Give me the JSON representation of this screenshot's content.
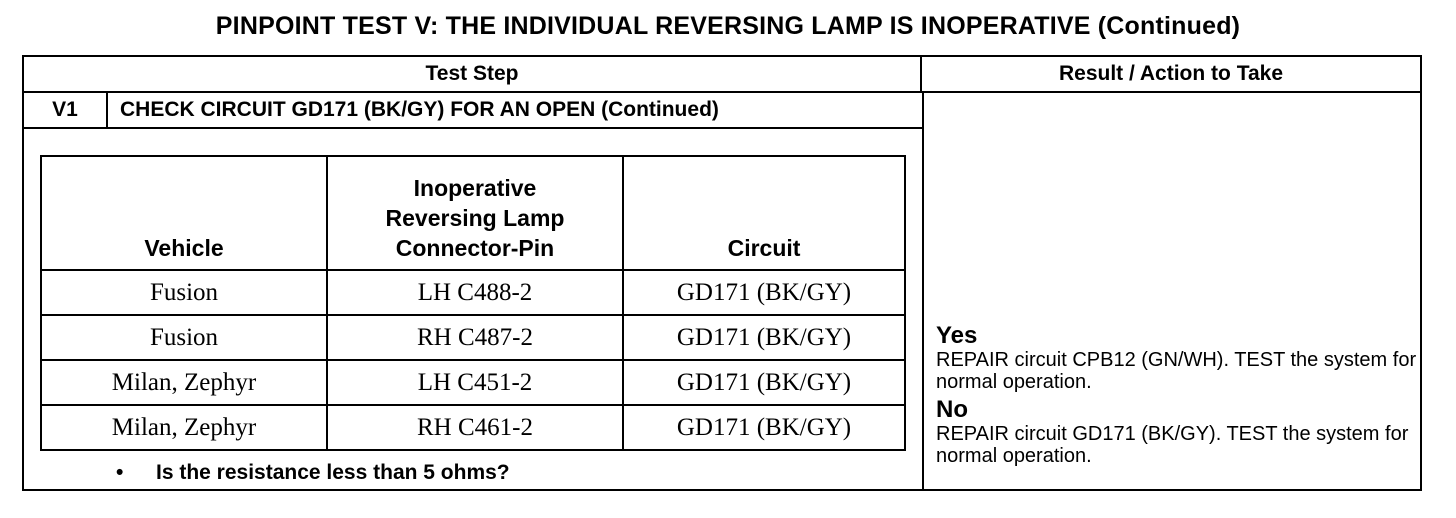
{
  "title": "PINPOINT TEST  V: THE INDIVIDUAL REVERSING LAMP IS INOPERATIVE (Continued)",
  "headers": {
    "test_step": "Test Step",
    "result_action": "Result / Action to Take"
  },
  "step": {
    "id": "V1",
    "title": "CHECK CIRCUIT GD171 (BK/GY) FOR AN OPEN (Continued)"
  },
  "inner_table": {
    "columns": [
      "Vehicle",
      "Inoperative Reversing Lamp Connector-Pin",
      "Circuit"
    ],
    "rows": [
      [
        "Fusion",
        "LH C488-2",
        "GD171 (BK/GY)"
      ],
      [
        "Fusion",
        "RH C487-2",
        "GD171 (BK/GY)"
      ],
      [
        "Milan, Zephyr",
        "LH C451-2",
        "GD171 (BK/GY)"
      ],
      [
        "Milan, Zephyr",
        "RH C461-2",
        "GD171 (BK/GY)"
      ]
    ]
  },
  "question": {
    "bullet": "•",
    "text": "Is the resistance less than 5 ohms?"
  },
  "results": {
    "yes_label": "Yes",
    "yes_text": "REPAIR circuit CPB12 (GN/WH). TEST the system for normal operation.",
    "no_label": "No",
    "no_text": "REPAIR circuit GD171 (BK/GY). TEST the system for normal operation."
  }
}
